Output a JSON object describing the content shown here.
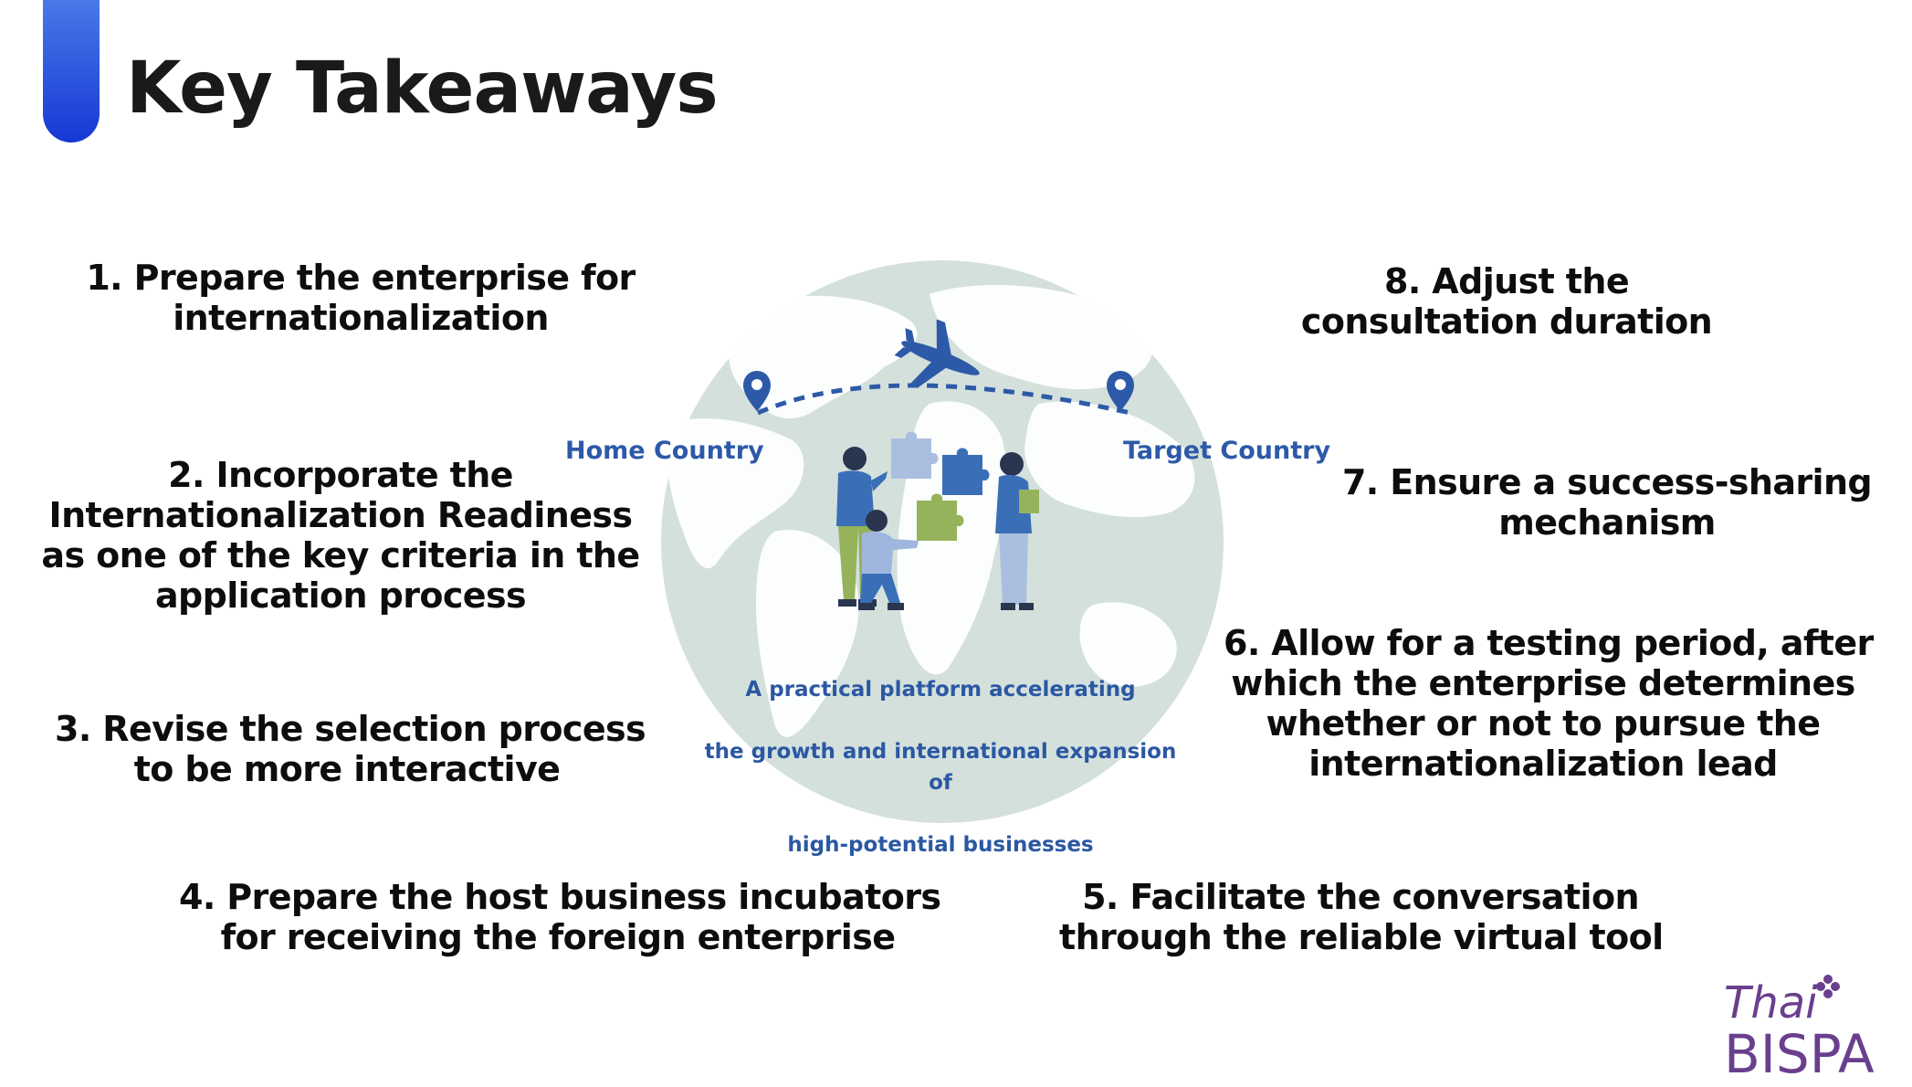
{
  "header": {
    "title": "Key Takeaways"
  },
  "takeaways": [
    {
      "line1": "1. Prepare the enterprise for",
      "line2": "internationalization"
    },
    {
      "line1": "2. Incorporate the",
      "line2": "Internationalization Readiness",
      "line3": "as one of the key criteria in the",
      "line4": "application process"
    },
    {
      "line1": "3. Revise the selection process",
      "line2": "to be more interactive"
    },
    {
      "line1": "4. Prepare the host business incubators",
      "line2": "for receiving the foreign enterprise"
    },
    {
      "line1": "5. Facilitate the conversation",
      "line2": "through the reliable virtual tool"
    },
    {
      "line1": "6. Allow for a testing period, after",
      "line2": "which the enterprise determines",
      "line3": "whether or not to pursue the",
      "line4": "internationalization lead"
    },
    {
      "line1": "7. Ensure a success-sharing",
      "line2": "mechanism"
    },
    {
      "line1": "8. Adjust the",
      "line2": "consultation duration"
    }
  ],
  "graphic": {
    "home_label": "Home Country",
    "target_label": "Target Country",
    "caption_line1": "A practical platform accelerating",
    "caption_line2": "the growth and international expansion of",
    "caption_line3": "high-potential businesses"
  },
  "logo": {
    "text_top": "Thai",
    "text_bottom": "BISPA"
  },
  "colors": {
    "accent": "#1638d4",
    "globe": "#d4e0dc",
    "label_blue": "#2d5aa8",
    "logo_purple": "#6a3f8e"
  },
  "icons": [
    "airplane-icon",
    "location-pin-icon",
    "puzzle-piece-icon",
    "person-figure-icon"
  ]
}
